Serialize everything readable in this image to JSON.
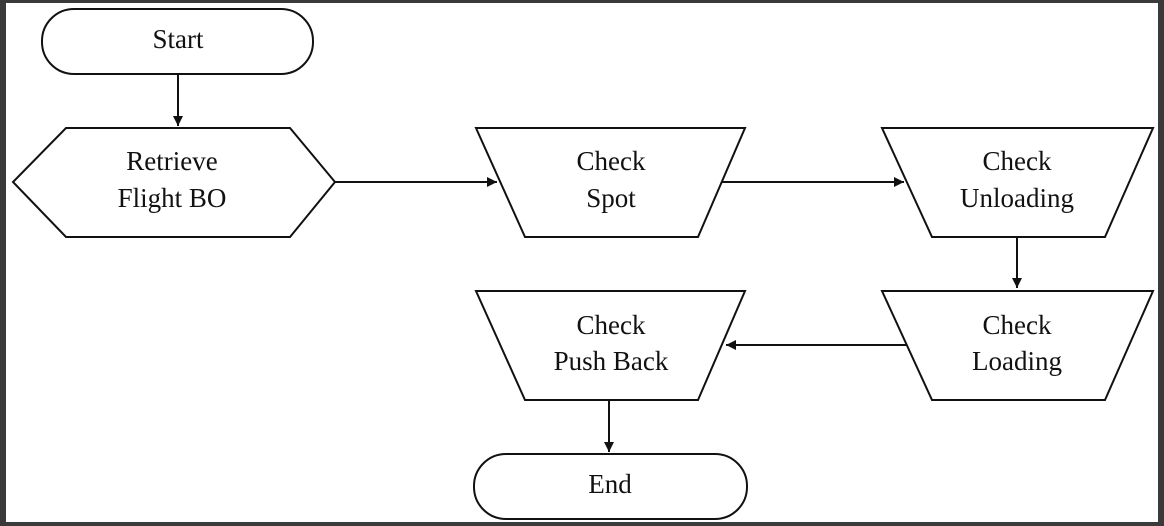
{
  "diagram": {
    "nodes": {
      "start": {
        "shape": "terminator",
        "lines": [
          "Start"
        ]
      },
      "retrieve": {
        "shape": "preparation",
        "lines": [
          "Retrieve",
          "Flight BO"
        ]
      },
      "check_spot": {
        "shape": "manual-operation",
        "lines": [
          "Check",
          "Spot"
        ]
      },
      "check_unload": {
        "shape": "manual-operation",
        "lines": [
          "Check",
          "Unloading"
        ]
      },
      "check_load": {
        "shape": "manual-operation",
        "lines": [
          "Check",
          "Loading"
        ]
      },
      "check_push": {
        "shape": "manual-operation",
        "lines": [
          "Check",
          "Push Back"
        ]
      },
      "end": {
        "shape": "terminator",
        "lines": [
          "End"
        ]
      }
    },
    "edges": [
      {
        "from": "start",
        "to": "retrieve"
      },
      {
        "from": "retrieve",
        "to": "check_spot"
      },
      {
        "from": "check_spot",
        "to": "check_unload"
      },
      {
        "from": "check_unload",
        "to": "check_load"
      },
      {
        "from": "check_load",
        "to": "check_push"
      },
      {
        "from": "check_push",
        "to": "end"
      }
    ]
  }
}
